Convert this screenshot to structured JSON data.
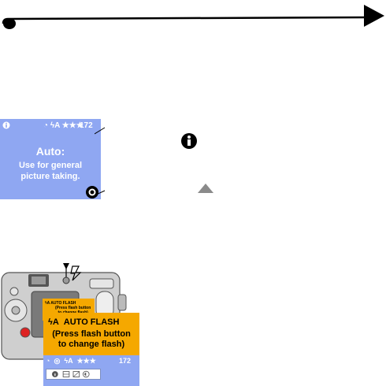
{
  "lcd": {
    "title": "Auto:",
    "line1": "Use for general",
    "line2": "picture taking.",
    "count": "172",
    "quality": "★★★"
  },
  "flash_lcd": {
    "small_title": "AUTO FLASH",
    "small_line1": "(Press flash button",
    "small_line2": "to change flash)",
    "heading": "AUTO FLASH",
    "line1": "(Press flash button",
    "line2": "to change flash)",
    "quality": "★★★",
    "count": "172"
  },
  "colors": {
    "lcd_blue": "#8fa7f2",
    "flash_orange": "#f5a800"
  }
}
